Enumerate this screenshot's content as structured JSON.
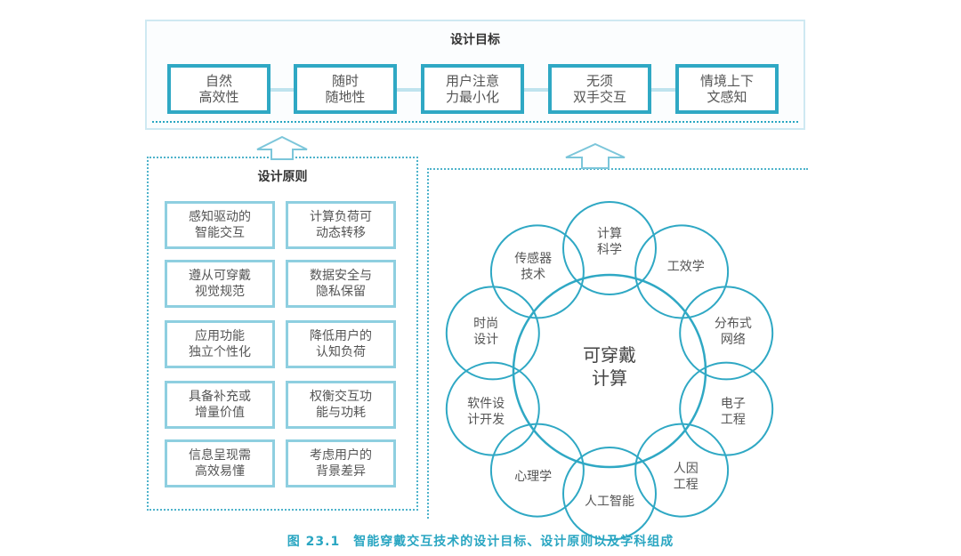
{
  "goals": {
    "title": "设计目标",
    "items": [
      "自然\n高效性",
      "随时\n随地性",
      "用户注意\n力最小化",
      "无须\n双手交互",
      "情境上下\n文感知"
    ]
  },
  "principles": {
    "title": "设计原则",
    "items": [
      "感知驱动的\n智能交互",
      "计算负荷可\n动态转移",
      "遵从可穿戴\n视觉规范",
      "数据安全与\n隐私保留",
      "应用功能\n独立个性化",
      "降低用户的\n认知负荷",
      "具备补充或\n增量价值",
      "权衡交互功\n能与功耗",
      "信息呈现需\n高效易懂",
      "考虑用户的\n背景差异"
    ]
  },
  "discipline": {
    "center": "可穿戴\n计算",
    "petals": [
      "计算\n科学",
      "工效学",
      "分布式\n网络",
      "电子\n工程",
      "人因\n工程",
      "人工智能",
      "心理学",
      "软件设\n计开发",
      "时尚\n设计",
      "传感器\n技术"
    ]
  },
  "caption": "图 23.1　智能穿戴交互技术的设计目标、设计原则以及学科组成",
  "colors": {
    "accent": "#2aa6c2",
    "box_border": "#2fa8c4",
    "light_border": "#8ecfe0"
  }
}
